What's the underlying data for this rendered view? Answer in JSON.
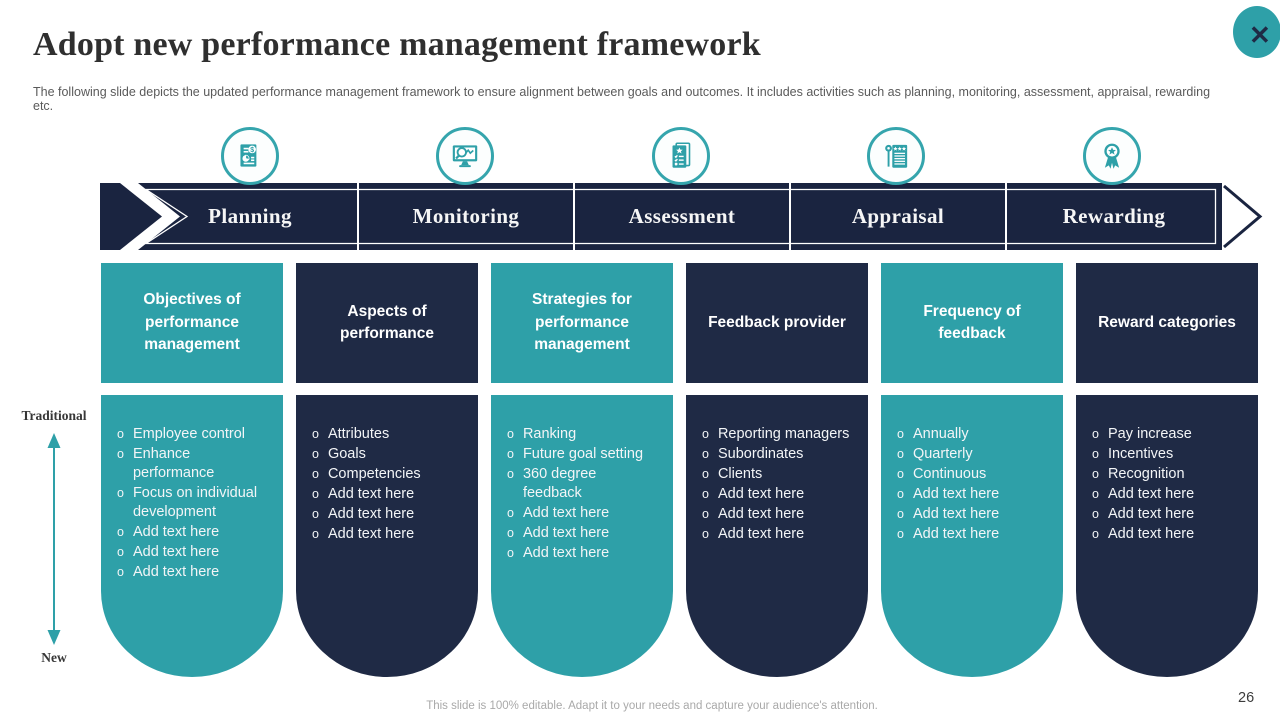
{
  "title": "Adopt new performance management framework",
  "subtitle": "The following slide depicts the updated performance management framework to ensure alignment between goals and outcomes. It includes activities such as planning, monitoring, assessment, appraisal, rewarding etc.",
  "close": {
    "glyph": "✕"
  },
  "banner": {
    "stages": [
      {
        "label": "Planning",
        "icon": "planning-icon"
      },
      {
        "label": "Monitoring",
        "icon": "monitoring-icon"
      },
      {
        "label": "Assessment",
        "icon": "assessment-icon"
      },
      {
        "label": "Appraisal",
        "icon": "appraisal-icon"
      },
      {
        "label": "Rewarding",
        "icon": "rewarding-icon"
      }
    ]
  },
  "axis": {
    "top_label": "Traditional",
    "bottom_label": "New"
  },
  "columns": [
    {
      "header": "Objectives of performance management",
      "theme": "teal",
      "items": [
        "Employee control",
        "Enhance performance",
        "Focus on individual development",
        "Add text here",
        "Add text here",
        "Add text here"
      ]
    },
    {
      "header": "Aspects of performance",
      "theme": "navy",
      "items": [
        "Attributes",
        "Goals",
        "Competencies",
        "Add text here",
        "Add text here",
        "Add text here"
      ]
    },
    {
      "header": "Strategies for performance management",
      "theme": "teal",
      "items": [
        "Ranking",
        "Future goal setting",
        "360 degree feedback",
        "Add text here",
        "Add text here",
        "Add text here"
      ]
    },
    {
      "header": "Feedback provider",
      "theme": "navy",
      "items": [
        "Reporting managers",
        "Subordinates",
        "Clients",
        "Add text here",
        "Add text here",
        "Add text here"
      ]
    },
    {
      "header": "Frequency of feedback",
      "theme": "teal",
      "items": [
        "Annually",
        "Quarterly",
        "Continuous",
        "Add text here",
        "Add text here",
        "Add text here"
      ]
    },
    {
      "header": "Reward categories",
      "theme": "navy",
      "items": [
        "Pay increase",
        "Incentives",
        "Recognition",
        "Add text here",
        "Add text here",
        "Add text here"
      ]
    }
  ],
  "footer": {
    "note": "This slide is 100% editable. Adapt it to your needs and capture your audience's attention.",
    "page_number": "26"
  },
  "colors": {
    "teal": "#2ea0a8",
    "navy": "#1f2a45",
    "banner_navy": "#1a2440"
  }
}
